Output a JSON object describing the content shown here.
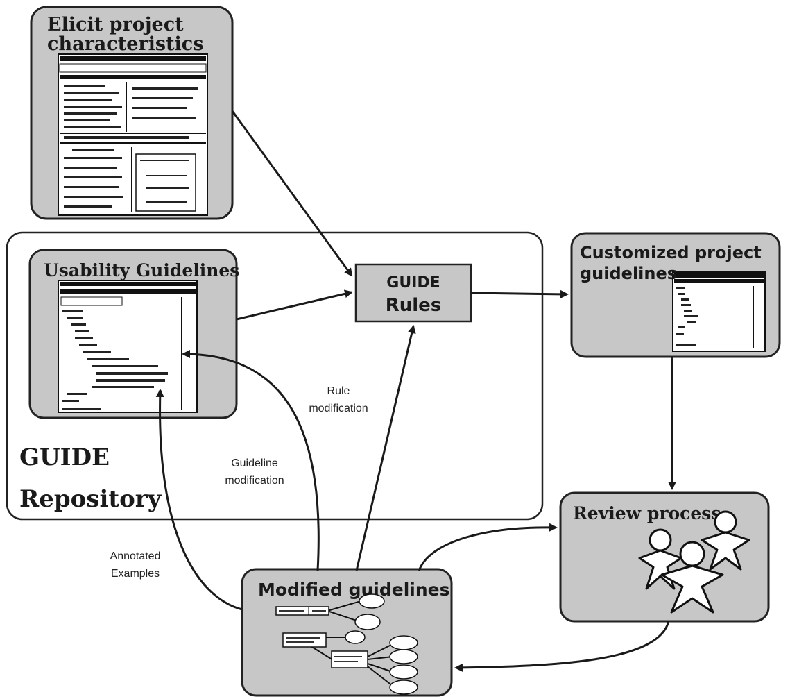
{
  "nodes": {
    "elicit": {
      "title_line1": "Elicit project",
      "title_line2": "characteristics"
    },
    "repository": {
      "label_line1": "GUIDE",
      "label_line2": "Repository"
    },
    "usability": {
      "title": "Usability Guidelines"
    },
    "rules": {
      "title_line1": "GUIDE",
      "title_line2": "Rules"
    },
    "customized": {
      "title_line1": "Customized project",
      "title_line2": "guidelines"
    },
    "review": {
      "title": "Review process"
    },
    "modified": {
      "title": "Modified guidelines"
    }
  },
  "edge_labels": {
    "rule_modification": {
      "line1": "Rule",
      "line2": "modification"
    },
    "guideline_modification": {
      "line1": "Guideline",
      "line2": "modification"
    },
    "annotated_examples": {
      "line1": "Annotated",
      "line2": "Examples"
    }
  },
  "colors": {
    "box_fill": "#c7c7c7",
    "stroke": "#1a1a1a",
    "background": "#ffffff"
  }
}
